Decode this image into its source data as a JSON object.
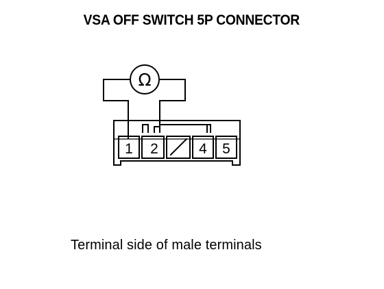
{
  "title": "VSA OFF SWITCH 5P CONNECTOR",
  "caption": "Terminal side of male terminals",
  "meter": {
    "symbol": "Ω",
    "icon": "ohmmeter-icon"
  },
  "connector": {
    "terminals": [
      {
        "label": "1"
      },
      {
        "label": "2"
      },
      {
        "label": ""
      },
      {
        "label": "4"
      },
      {
        "label": "5"
      }
    ],
    "probes": [
      "1",
      "2"
    ],
    "blank_cavity_icon": "blocked-cavity-slash-icon"
  }
}
